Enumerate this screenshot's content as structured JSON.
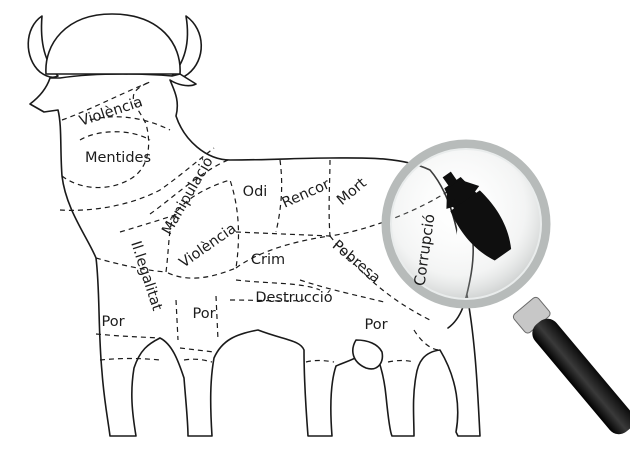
{
  "illustration": {
    "subject": "bull",
    "cut_labels": {
      "violencia_neck": "Violència",
      "mentides": "Mentides",
      "manipulacio": "Manipulació",
      "illegalitat": "Il.legalitat",
      "violencia_shoulder": "Violència",
      "odi": "Odi",
      "rencor": "Rencor",
      "mort": "Mort",
      "crim": "Crim",
      "pobresa": "Pobresa",
      "destruccio": "Destrucció",
      "corrupcio": "Corrupció",
      "por_front_leg": "Por",
      "por_chest": "Por",
      "por_rear": "Por"
    }
  },
  "magnifier": {
    "icon": "bomb-icon",
    "lens_color": "#d9dcdb",
    "handle_color": "#1a1a1a"
  }
}
